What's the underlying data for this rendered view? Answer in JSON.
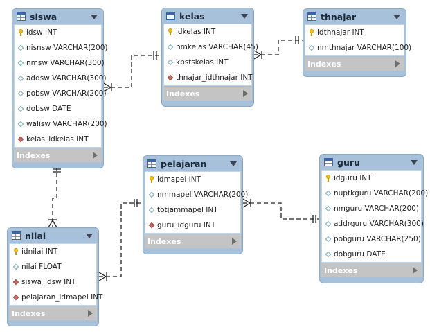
{
  "tables": {
    "siswa": {
      "name": "siswa",
      "columns": [
        {
          "icon": "primary-key-icon",
          "text": "idsw INT"
        },
        {
          "icon": "column-icon",
          "text": "nisnsw VARCHAR(200)"
        },
        {
          "icon": "column-icon",
          "text": "nmsw VARCHAR(300)"
        },
        {
          "icon": "column-icon",
          "text": "addsw VARCHAR(300)"
        },
        {
          "icon": "column-icon",
          "text": "pobsw VARCHAR(200)"
        },
        {
          "icon": "column-icon",
          "text": "dobsw DATE"
        },
        {
          "icon": "column-icon",
          "text": "walisw VARCHAR(200)"
        },
        {
          "icon": "foreign-key-icon",
          "text": "kelas_idkelas INT"
        }
      ],
      "indexes_label": "Indexes"
    },
    "kelas": {
      "name": "kelas",
      "columns": [
        {
          "icon": "primary-key-icon",
          "text": "idkelas INT"
        },
        {
          "icon": "column-icon",
          "text": "nmkelas VARCHAR(45)"
        },
        {
          "icon": "column-icon",
          "text": "kpstskelas INT"
        },
        {
          "icon": "foreign-key-icon",
          "text": "thnajar_idthnajar INT"
        }
      ],
      "indexes_label": "Indexes"
    },
    "thnajar": {
      "name": "thnajar",
      "columns": [
        {
          "icon": "primary-key-icon",
          "text": "idthnajar INT"
        },
        {
          "icon": "column-icon",
          "text": "nmthnajar VARCHAR(100)"
        }
      ],
      "indexes_label": "Indexes"
    },
    "pelajaran": {
      "name": "pelajaran",
      "columns": [
        {
          "icon": "primary-key-icon",
          "text": "idmapel INT"
        },
        {
          "icon": "column-icon",
          "text": "nmmapel VARCHAR(200)"
        },
        {
          "icon": "column-icon",
          "text": "totjammapel INT"
        },
        {
          "icon": "foreign-key-icon",
          "text": "guru_idguru INT"
        }
      ],
      "indexes_label": "Indexes"
    },
    "guru": {
      "name": "guru",
      "columns": [
        {
          "icon": "primary-key-icon",
          "text": "idguru INT"
        },
        {
          "icon": "column-icon",
          "text": "nuptkguru VARCHAR(200)"
        },
        {
          "icon": "column-icon",
          "text": "nmguru VARCHAR(200)"
        },
        {
          "icon": "column-icon",
          "text": "addrguru VARCHAR(300)"
        },
        {
          "icon": "column-icon",
          "text": "pobguru VARCHAR(250)"
        },
        {
          "icon": "column-icon",
          "text": "dobguru DATE"
        }
      ],
      "indexes_label": "Indexes"
    },
    "nilai": {
      "name": "nilai",
      "columns": [
        {
          "icon": "primary-key-icon",
          "text": "idnilai INT"
        },
        {
          "icon": "column-icon",
          "text": "nilai FLOAT"
        },
        {
          "icon": "foreign-key-icon",
          "text": "siswa_idsw INT"
        },
        {
          "icon": "foreign-key-icon",
          "text": "pelajaran_idmapel INT"
        }
      ],
      "indexes_label": "Indexes"
    }
  },
  "relationships": [
    {
      "from": "siswa",
      "to": "kelas",
      "from_end": "many",
      "to_end": "one"
    },
    {
      "from": "kelas",
      "to": "thnajar",
      "from_end": "many",
      "to_end": "one"
    },
    {
      "from": "nilai",
      "to": "siswa",
      "from_end": "many",
      "to_end": "one"
    },
    {
      "from": "nilai",
      "to": "pelajaran",
      "from_end": "many",
      "to_end": "one"
    },
    {
      "from": "pelajaran",
      "to": "guru",
      "from_end": "many",
      "to_end": "one"
    }
  ],
  "colors": {
    "table_frame": "#a6c1d9",
    "indexes_bar": "#c4c4c4",
    "primary_key": "#f2c11a",
    "foreign_key": "#c9706a",
    "connector": "#222222"
  }
}
